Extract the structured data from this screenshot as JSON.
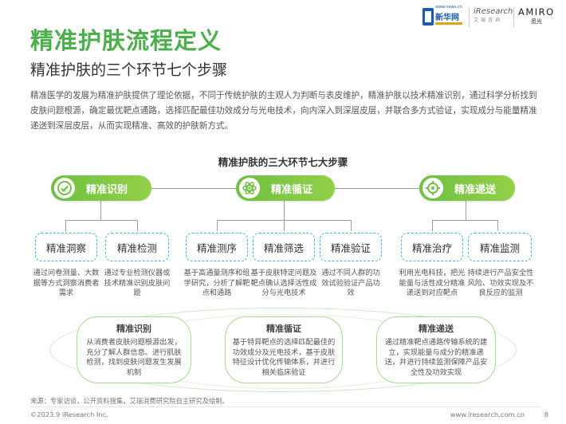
{
  "header": {
    "title": "精准护肤流程定义",
    "subtitle": "精准护肤的三个环节七个步骤",
    "logos": {
      "xinhua_top": "www.news.cn",
      "xinhua_main": "新华网",
      "iresearch": "iResearch",
      "iresearch_cn": "艾瑞咨询",
      "amiro": "AMIRO",
      "amiro_cn": "觅光"
    }
  },
  "intro": "精准医学的发展为精准护肤提供了理论依据，不同于传统护肤的主观人为判断与表皮维护，精准护肤以技术精准识别，通过科学分析找到皮肤问题根源，确定最优靶点通路，选择匹配最佳功效成分与光电技术，向内深入到深层皮层，并联合多方式验证，实现成分与能量精准递送到深层皮层，从而实现精准、高效的护肤新方式。",
  "diagram": {
    "title": "精准护肤的三大环节七大步骤",
    "stages": [
      {
        "label": "精准识别",
        "icon": "target-check-icon"
      },
      {
        "label": "精准循证",
        "icon": "atom-icon"
      },
      {
        "label": "精准递送",
        "icon": "crosshair-icon"
      }
    ],
    "steps": [
      {
        "label": "精准洞察",
        "desc": "通过问卷测量、大数据等方式洞察消费者需求"
      },
      {
        "label": "精准检测",
        "desc": "通过专业检测仪器或技术精准识别皮肤问题"
      },
      {
        "label": "精准测序",
        "desc": "基于高通量测序和组学研究，分析了解靶点和通路"
      },
      {
        "label": "精准筛选",
        "desc": "基于皮肤特定问题及靶点确认选择活性成分与光电技术"
      },
      {
        "label": "精准验证",
        "desc": "通过不同人群的功效试验验证产品功效"
      },
      {
        "label": "精准治疗",
        "desc": "利用光电科技，把光能量与活性成分精准递送到对应靶点"
      },
      {
        "label": "精准监测",
        "desc": "持续进行产品安全性风险、功效实现及不良反应的监测"
      }
    ],
    "summaries": [
      {
        "title": "精准识别",
        "text": "从消费者皮肤问题根源出发，充分了解人群信息、进行肌肤检测，找到皮肤问题发生发展机制"
      },
      {
        "title": "精准循证",
        "text": "基于特异靶点的选择匹配最佳的功效成分及光电技术，基于皮肤特征设计优化传输体系，并进行相关临床验证"
      },
      {
        "title": "精准递送",
        "text": "通过精准靶点通路传输系统的建立，实现能量与成分的精准递送，并进行持续监测保障产品安全性及功效实现"
      }
    ]
  },
  "source": "来源：专家访谈，公开资料搜集，艾瑞消费研究院自主研究及绘制。",
  "footer": {
    "copyright": "©2023.9 iResearch Inc.",
    "website": "www.iresearch.com.cn",
    "page": "8"
  },
  "colors": {
    "green": "#4cb04a",
    "pill_green": "#7cc545",
    "dash_blue": "#38b8e6"
  }
}
